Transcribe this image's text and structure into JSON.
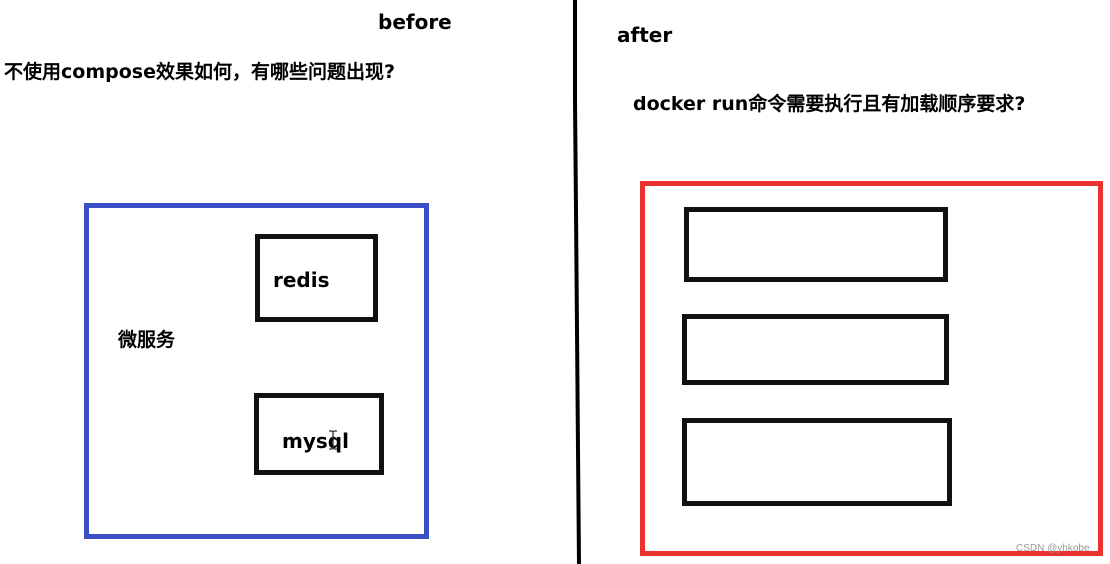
{
  "before": {
    "title": "before",
    "question": "不使用compose效果如何，有哪些问题出现?",
    "container_label": "微服务",
    "services": [
      {
        "label": "redis"
      },
      {
        "label": "mysql"
      }
    ]
  },
  "after": {
    "title": "after",
    "question": "docker run命令需要执行且有加载顺序要求?",
    "slots": [
      "",
      "",
      ""
    ]
  },
  "watermark": "CSDN @yhkobe",
  "colors": {
    "before_border": "#3b4fc4",
    "after_border": "#e8332e",
    "inner_border": "#111111",
    "divider": "#000000",
    "text": "#000000"
  }
}
